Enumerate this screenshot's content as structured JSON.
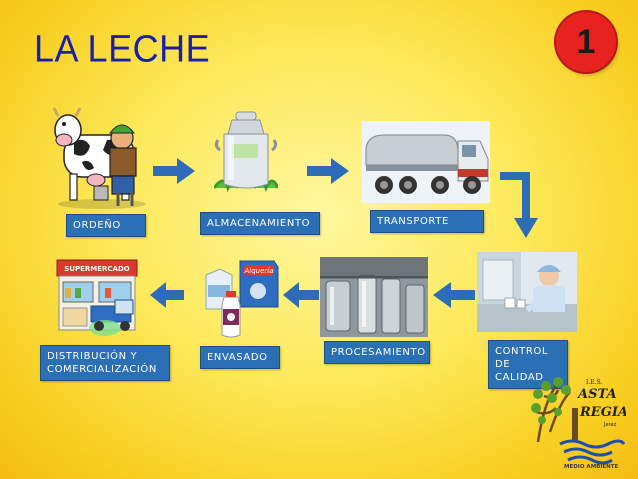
{
  "title": "LA LECHE",
  "badge": "1",
  "steps": [
    {
      "label": "ORDEÑO",
      "icon": "cow-milking-icon"
    },
    {
      "label": "ALMACENAMIENTO",
      "icon": "milk-can-icon"
    },
    {
      "label": "TRANSPORTE",
      "icon": "tanker-truck-icon"
    },
    {
      "label": "CONTROL\nDE CALIDAD",
      "icon": "laboratory-icon"
    },
    {
      "label": "PROCESAMIENTO",
      "icon": "processing-tanks-icon"
    },
    {
      "label": "ENVASADO",
      "icon": "milk-packages-icon"
    },
    {
      "label": "DISTRIBUCIÓN Y\nCOMERCIALIZACIÓN",
      "icon": "supermarket-icon"
    }
  ],
  "supermarket_sign": "SUPERMERCADO",
  "package_brand": "Alquería",
  "logo": {
    "line1": "I.E.S.",
    "line2": "ASTA",
    "line3": "REGIA",
    "line4": "Jerez",
    "caption": "MEDIO AMBIENTE"
  },
  "colors": {
    "title": "#1a1fa8",
    "badge": "#e8231f",
    "label_bg": "#2b6fb5",
    "arrow": "#2d6db8"
  }
}
